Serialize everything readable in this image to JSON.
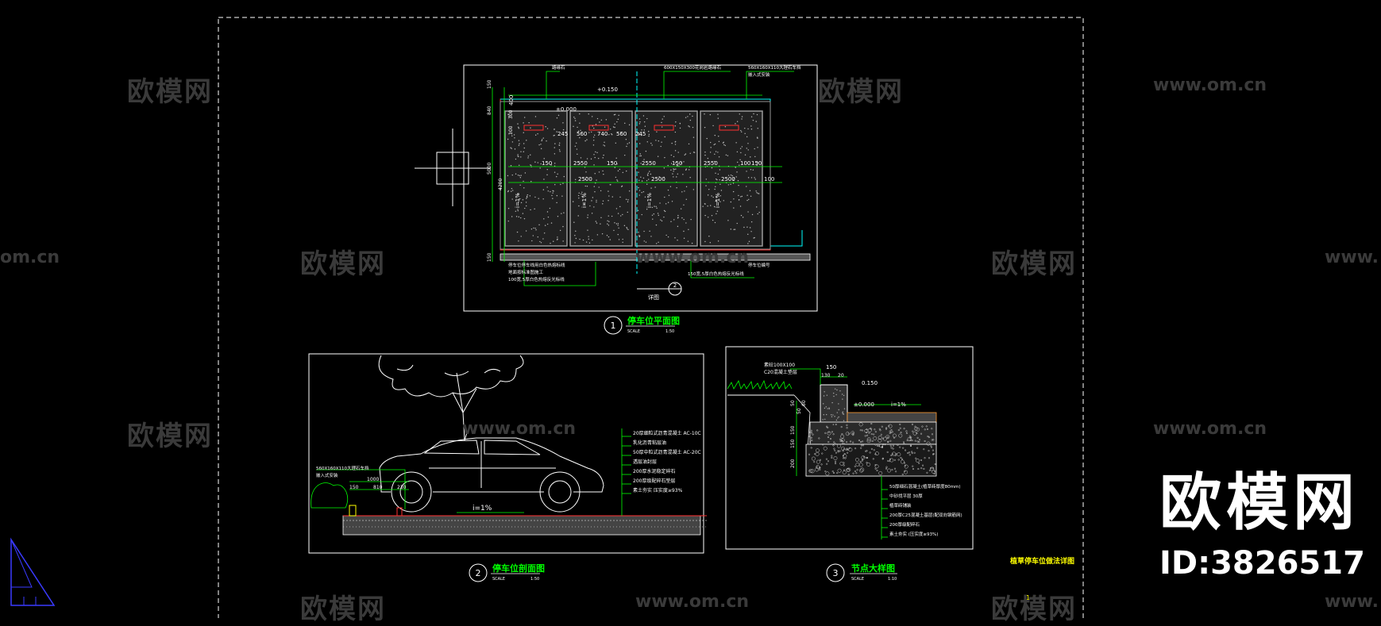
{
  "watermarks": {
    "cn": "欧模网",
    "url": "www.om.cn",
    "url_cut": "om.cn",
    "url_cut_left": "www."
  },
  "brand": {
    "name": "欧模网",
    "id": "ID:3826517"
  },
  "colors": {
    "background": "#000000",
    "line": "#ffffff",
    "dim": "#00ff00",
    "annotation": "#ffff00",
    "accent_red": "#ff3030",
    "section_cyan": "#00ffff",
    "border_blue": "#3a3aff"
  },
  "plan": {
    "dims_top": [
      "400",
      "±0.000",
      "245",
      "560",
      "740",
      "560",
      "245"
    ],
    "elev_top": "+0.150",
    "dims_left": [
      "150",
      "840",
      "300",
      "100",
      "4200",
      "5000",
      "150"
    ],
    "bay_dims_a": [
      "150",
      "2550",
      "150",
      "2550",
      "150",
      "2550",
      "100",
      "150"
    ],
    "bay_dims_b": [
      "2500",
      "2500",
      "2500",
      "100"
    ],
    "slopes": [
      "i=1%",
      "i=1%",
      "i=1%",
      "i=1%"
    ],
    "notes_top": [
      "路缘石",
      "600X150X300花岗岩路缘石",
      "560X160X110大理石车挡",
      "嵌入式安装"
    ],
    "notes_bottom_left": [
      "停车位停车线用白色热熔标线",
      "地面按标准图施工",
      "100宽,5厚白色热熔反光标线"
    ],
    "notes_bottom_right": [
      "停车位编号",
      "150宽,5厚白色热熔反光标线"
    ],
    "section_mark": "2",
    "section_ref": "详图"
  },
  "titles": {
    "plan_num": "1",
    "plan_title": "停车位平面图",
    "plan_scale": "SCALE",
    "plan_scale_val": "1:50",
    "section_num": "2",
    "section_title": "停车位剖面图",
    "section_scale": "SCALE",
    "section_scale_val": "1:50",
    "detail_num": "3",
    "detail_title": "节点大样图",
    "detail_scale": "SCALE",
    "detail_scale_val": "1:10",
    "sheet_title": "植草停车位做法详图",
    "sheet_num": "1-6"
  },
  "section": {
    "labels_left": [
      "560X160X110大理石车挡",
      "嵌入式安装",
      "1000",
      "150",
      "810",
      "230"
    ],
    "layers": [
      "20厚细粒式沥青混凝土 AC-10C",
      "乳化沥青粘层油",
      "50厚中粒式沥青混凝土 AC-20C",
      "透层油封层",
      "200厚水泥稳定碎石",
      "200厚级配碎石垫层",
      "素土夯实 压实度≥93%"
    ],
    "slope": "i=1%"
  },
  "detail": {
    "labels_top": [
      "素砼100X100",
      "C20混凝土垫层",
      "150",
      "130",
      "20",
      "0.150",
      "±0.000",
      "i=1%"
    ],
    "dims_left": [
      "50",
      "60",
      "50",
      "150",
      "150",
      "200"
    ],
    "layers": [
      "50厚细石混凝土(植草砖厚度80mm)",
      "中砂找平层 30厚",
      "植草砖铺装",
      "200厚C25混凝土基层(配双向钢筋网)",
      "200厚级配碎石",
      "素土夯实 (压实度≥93%)"
    ]
  }
}
